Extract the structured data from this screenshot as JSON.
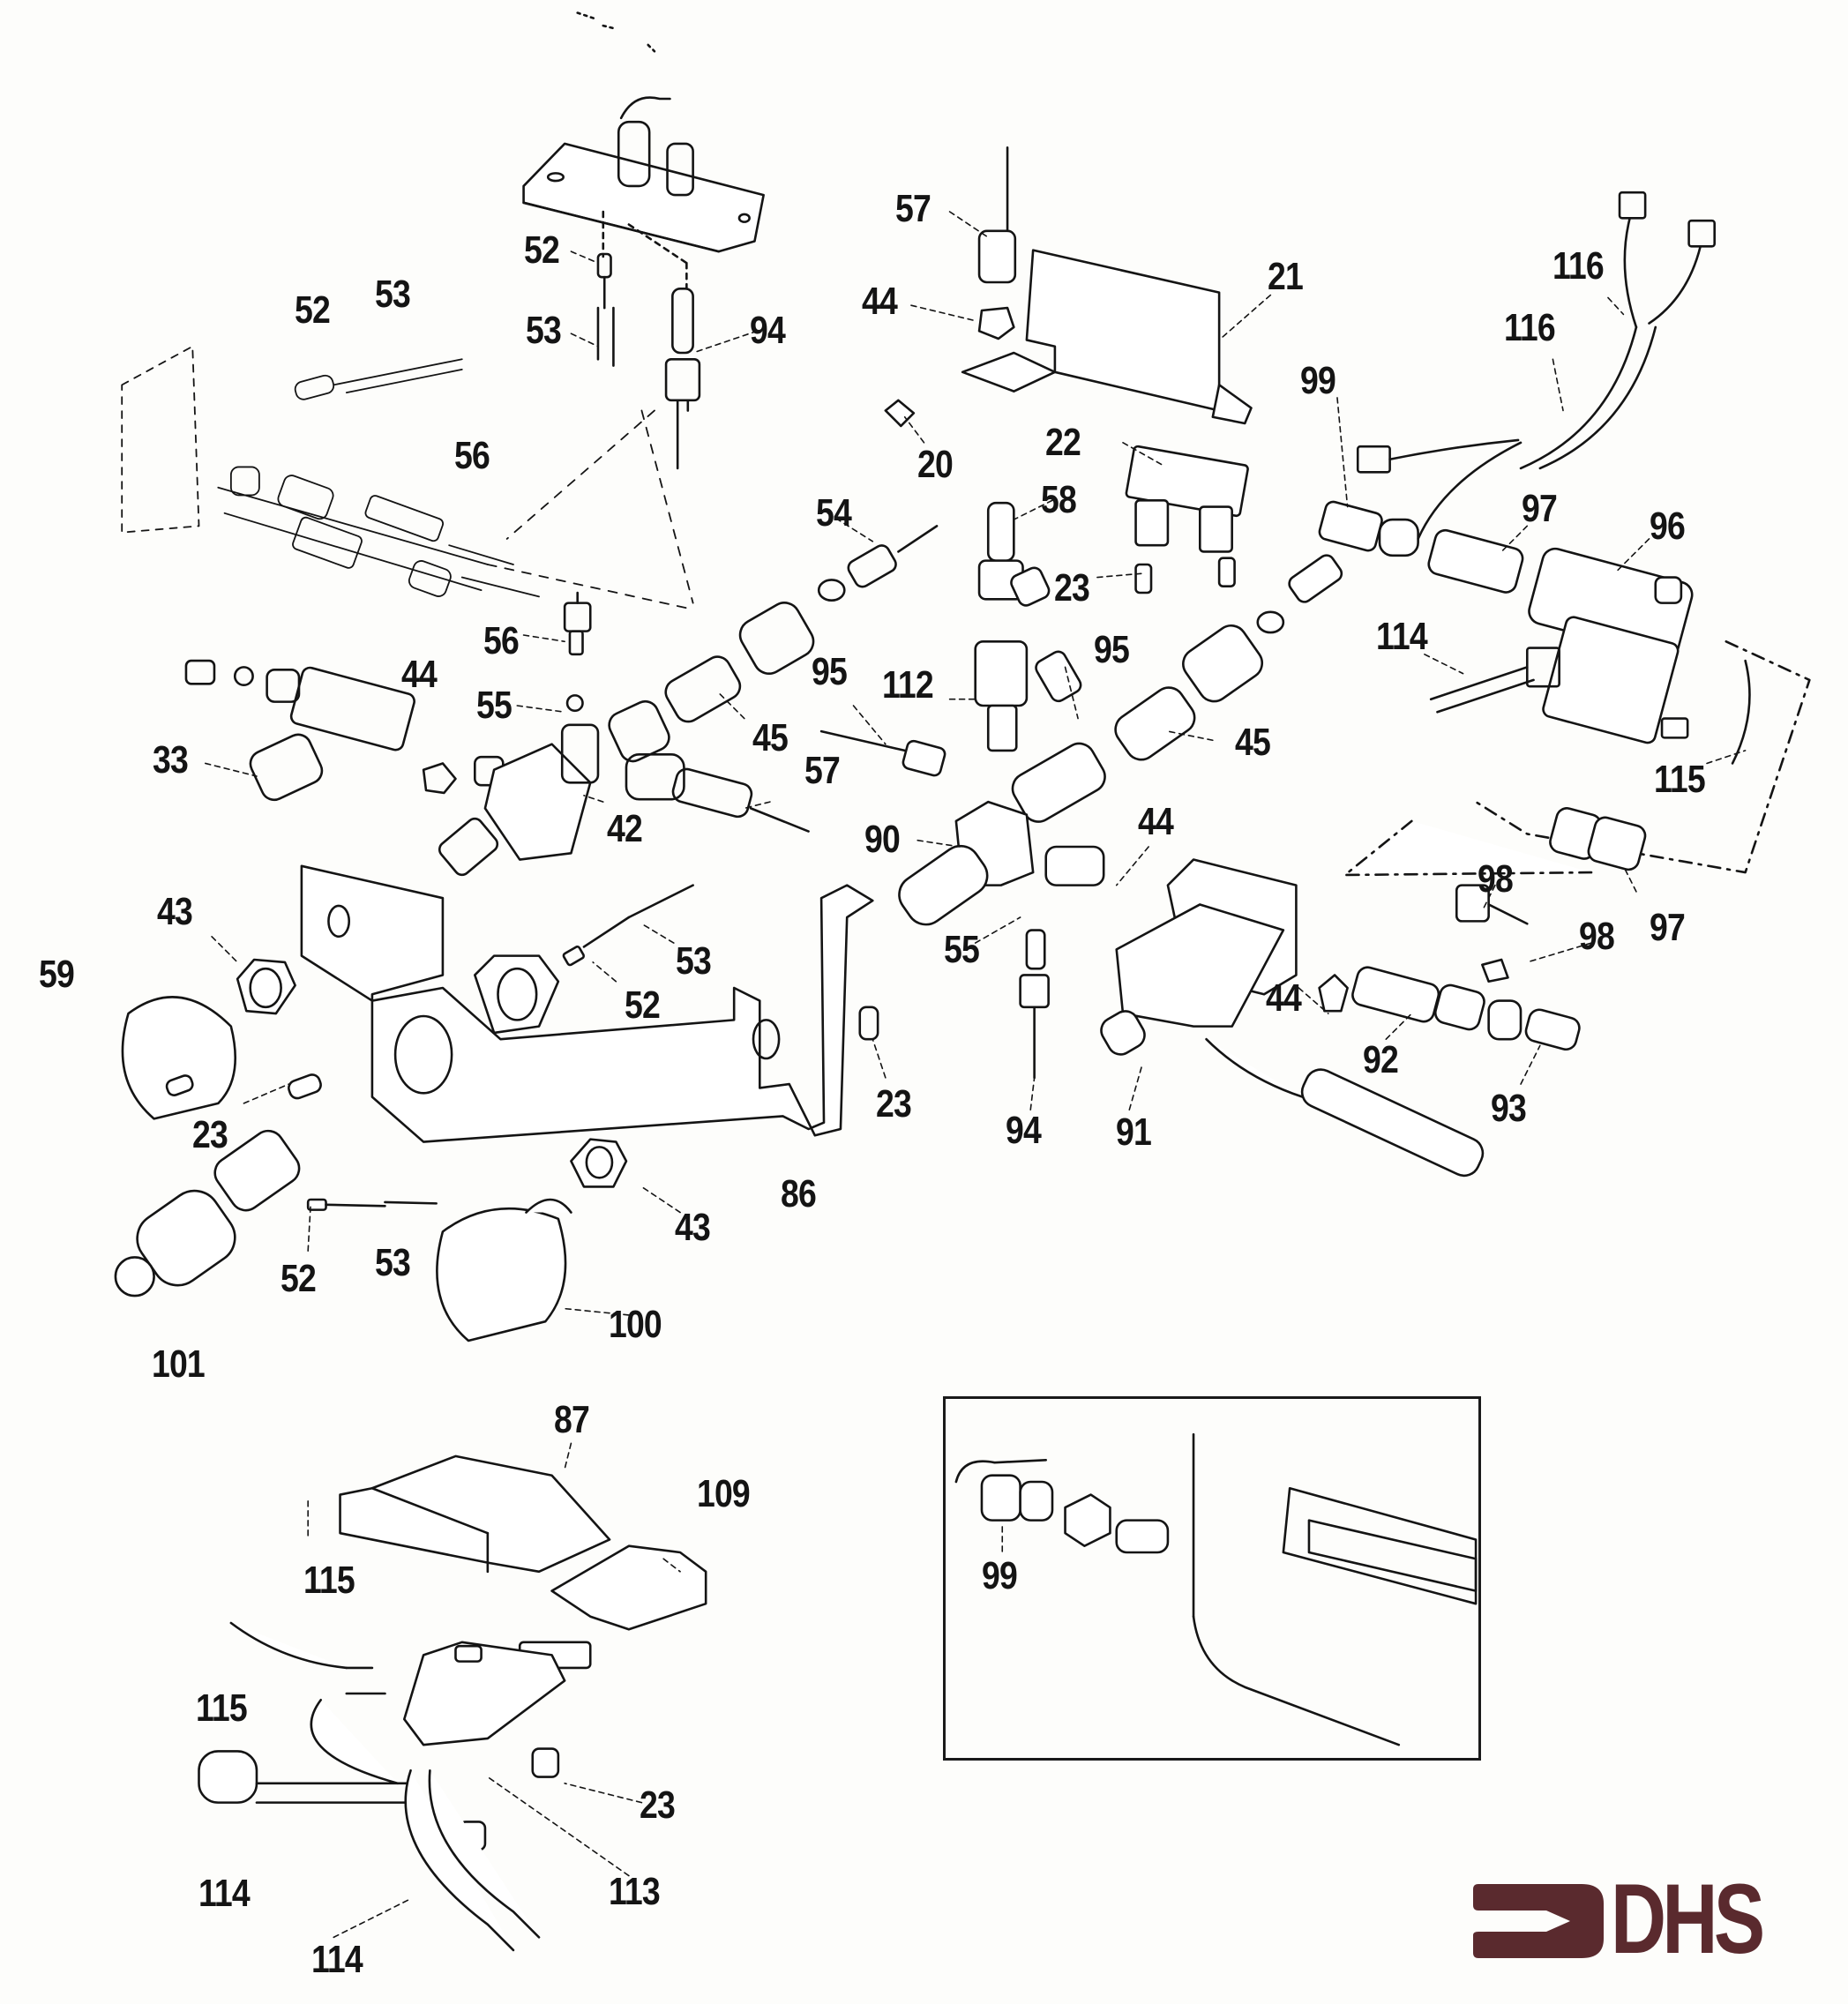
{
  "diagram": {
    "type": "exploded parts diagram",
    "line_color": "#141414",
    "paper_color": "#fdfdfb",
    "labels": [
      {
        "id": "l57a",
        "text": "57"
      },
      {
        "id": "l21",
        "text": "21"
      },
      {
        "id": "l44a",
        "text": "44"
      },
      {
        "id": "l52a",
        "text": "52"
      },
      {
        "id": "l52b",
        "text": "52"
      },
      {
        "id": "l53a",
        "text": "53"
      },
      {
        "id": "l53b",
        "text": "53"
      },
      {
        "id": "l94a",
        "text": "94"
      },
      {
        "id": "l116a",
        "text": "116"
      },
      {
        "id": "l116b",
        "text": "116"
      },
      {
        "id": "l99a",
        "text": "99"
      },
      {
        "id": "l20",
        "text": "20"
      },
      {
        "id": "l22",
        "text": "22"
      },
      {
        "id": "l56a",
        "text": "56"
      },
      {
        "id": "l58",
        "text": "58"
      },
      {
        "id": "l54",
        "text": "54"
      },
      {
        "id": "l97a",
        "text": "97"
      },
      {
        "id": "l96",
        "text": "96"
      },
      {
        "id": "l23a",
        "text": "23"
      },
      {
        "id": "l114a",
        "text": "114"
      },
      {
        "id": "l56b",
        "text": "56"
      },
      {
        "id": "l95a",
        "text": "95"
      },
      {
        "id": "l112",
        "text": "112"
      },
      {
        "id": "l95b",
        "text": "95"
      },
      {
        "id": "l44b",
        "text": "44"
      },
      {
        "id": "l55a",
        "text": "55"
      },
      {
        "id": "l45a",
        "text": "45"
      },
      {
        "id": "l45b",
        "text": "45"
      },
      {
        "id": "l33",
        "text": "33"
      },
      {
        "id": "l57b",
        "text": "57"
      },
      {
        "id": "l115a",
        "text": "115"
      },
      {
        "id": "l42",
        "text": "42"
      },
      {
        "id": "l90",
        "text": "90"
      },
      {
        "id": "l44c",
        "text": "44"
      },
      {
        "id": "l98a",
        "text": "98"
      },
      {
        "id": "l97b",
        "text": "97"
      },
      {
        "id": "l43a",
        "text": "43"
      },
      {
        "id": "l59",
        "text": "59"
      },
      {
        "id": "l53c",
        "text": "53"
      },
      {
        "id": "l55b",
        "text": "55"
      },
      {
        "id": "l98b",
        "text": "98"
      },
      {
        "id": "l52c",
        "text": "52"
      },
      {
        "id": "l44d",
        "text": "44"
      },
      {
        "id": "l92",
        "text": "92"
      },
      {
        "id": "l93",
        "text": "93"
      },
      {
        "id": "l23b",
        "text": "23"
      },
      {
        "id": "l23c",
        "text": "23"
      },
      {
        "id": "l94b",
        "text": "94"
      },
      {
        "id": "l91",
        "text": "91"
      },
      {
        "id": "l86",
        "text": "86"
      },
      {
        "id": "l43b",
        "text": "43"
      },
      {
        "id": "l52d",
        "text": "52"
      },
      {
        "id": "l53d",
        "text": "53"
      },
      {
        "id": "l100",
        "text": "100"
      },
      {
        "id": "l101",
        "text": "101"
      },
      {
        "id": "l87",
        "text": "87"
      },
      {
        "id": "l109",
        "text": "109"
      },
      {
        "id": "l115b",
        "text": "115"
      },
      {
        "id": "l115c",
        "text": "115"
      },
      {
        "id": "l23d",
        "text": "23"
      },
      {
        "id": "l113",
        "text": "113"
      },
      {
        "id": "l114b",
        "text": "114"
      },
      {
        "id": "l114c",
        "text": "114"
      },
      {
        "id": "l99b",
        "text": "99"
      }
    ]
  },
  "inset": {
    "label": "99"
  },
  "logo": {
    "text": "DHS",
    "color": "#5a2a2e"
  }
}
